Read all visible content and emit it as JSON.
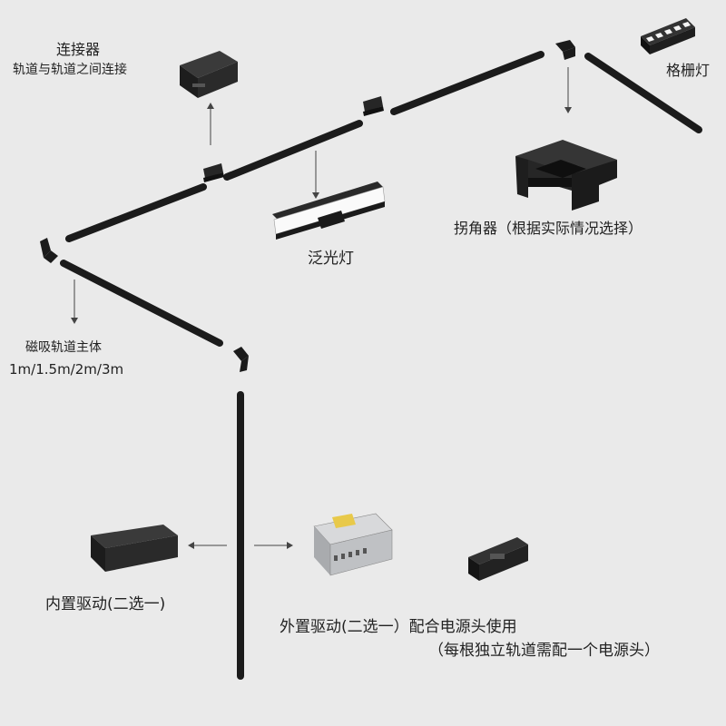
{
  "labels": {
    "connector_title": "连接器",
    "connector_desc": "轨道与轨道之间连接",
    "grille_light": "格栅灯",
    "flood_light": "泛光灯",
    "corner_connector": "拐角器（根据实际情况选择）",
    "track_body_title": "磁吸轨道主体",
    "track_sizes": "1m/1.5m/2m/3m",
    "internal_driver": "内置驱动(二选一)",
    "external_driver": "外置驱动(二选一）配合电源头使用",
    "external_driver_note": "（每根独立轨道需配一个电源头）"
  },
  "colors": {
    "background": "#eaeaea",
    "track": "#1b1b1b",
    "arrow": "#444444",
    "text": "#222222",
    "psu_body": "#c9cacc"
  }
}
